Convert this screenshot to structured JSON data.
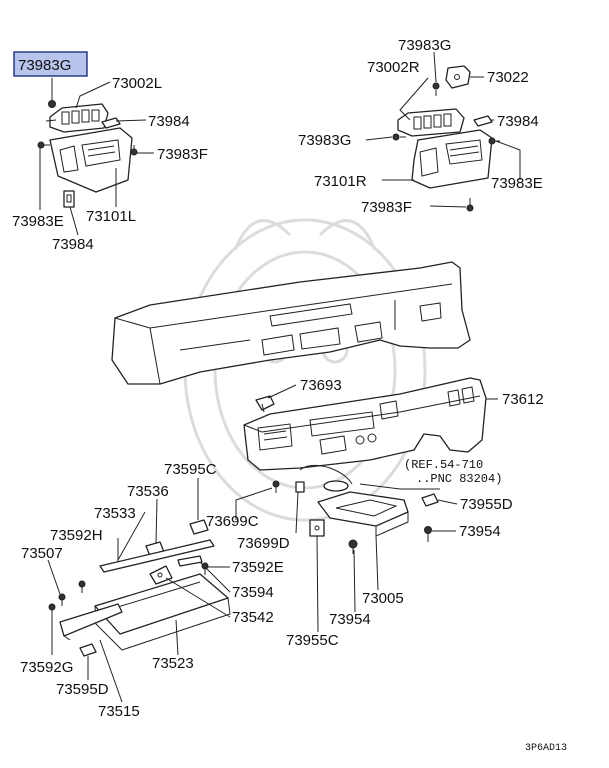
{
  "selected_part": "73983G",
  "labels": [
    {
      "id": "73983G-left",
      "text": "73983G"
    },
    {
      "id": "73002L",
      "text": "73002L"
    },
    {
      "id": "73984-left-top",
      "text": "73984"
    },
    {
      "id": "73983F-left",
      "text": "73983F"
    },
    {
      "id": "73983E-left",
      "text": "73983E"
    },
    {
      "id": "73101L",
      "text": "73101L"
    },
    {
      "id": "73984-left-bottom",
      "text": "73984"
    },
    {
      "id": "73983G-right-top",
      "text": "73983G"
    },
    {
      "id": "73002R",
      "text": "73002R"
    },
    {
      "id": "73022",
      "text": "73022"
    },
    {
      "id": "73984-right",
      "text": "73984"
    },
    {
      "id": "73983G-right-mid",
      "text": "73983G"
    },
    {
      "id": "73101R",
      "text": "73101R"
    },
    {
      "id": "73983E-right",
      "text": "73983E"
    },
    {
      "id": "73983F-right",
      "text": "73983F"
    },
    {
      "id": "73693",
      "text": "73693"
    },
    {
      "id": "73612",
      "text": "73612"
    },
    {
      "id": "73595C",
      "text": "73595C"
    },
    {
      "id": "73536",
      "text": "73536"
    },
    {
      "id": "73533",
      "text": "73533"
    },
    {
      "id": "73699C",
      "text": "73699C"
    },
    {
      "id": "73699D",
      "text": "73699D"
    },
    {
      "id": "73955D",
      "text": "73955D"
    },
    {
      "id": "73954-right",
      "text": "73954"
    },
    {
      "id": "73592H",
      "text": "73592H"
    },
    {
      "id": "73507",
      "text": "73507"
    },
    {
      "id": "73592E",
      "text": "73592E"
    },
    {
      "id": "73594",
      "text": "73594"
    },
    {
      "id": "73542",
      "text": "73542"
    },
    {
      "id": "73005",
      "text": "73005"
    },
    {
      "id": "73954-center",
      "text": "73954"
    },
    {
      "id": "73523",
      "text": "73523"
    },
    {
      "id": "73955C",
      "text": "73955C"
    },
    {
      "id": "73592G",
      "text": "73592G"
    },
    {
      "id": "73595D",
      "text": "73595D"
    },
    {
      "id": "73515",
      "text": "73515"
    }
  ],
  "reference_note": {
    "line1": "(REF.54-710",
    "line2": "..PNC 83204)"
  },
  "diagram_code": "3P6AD13"
}
